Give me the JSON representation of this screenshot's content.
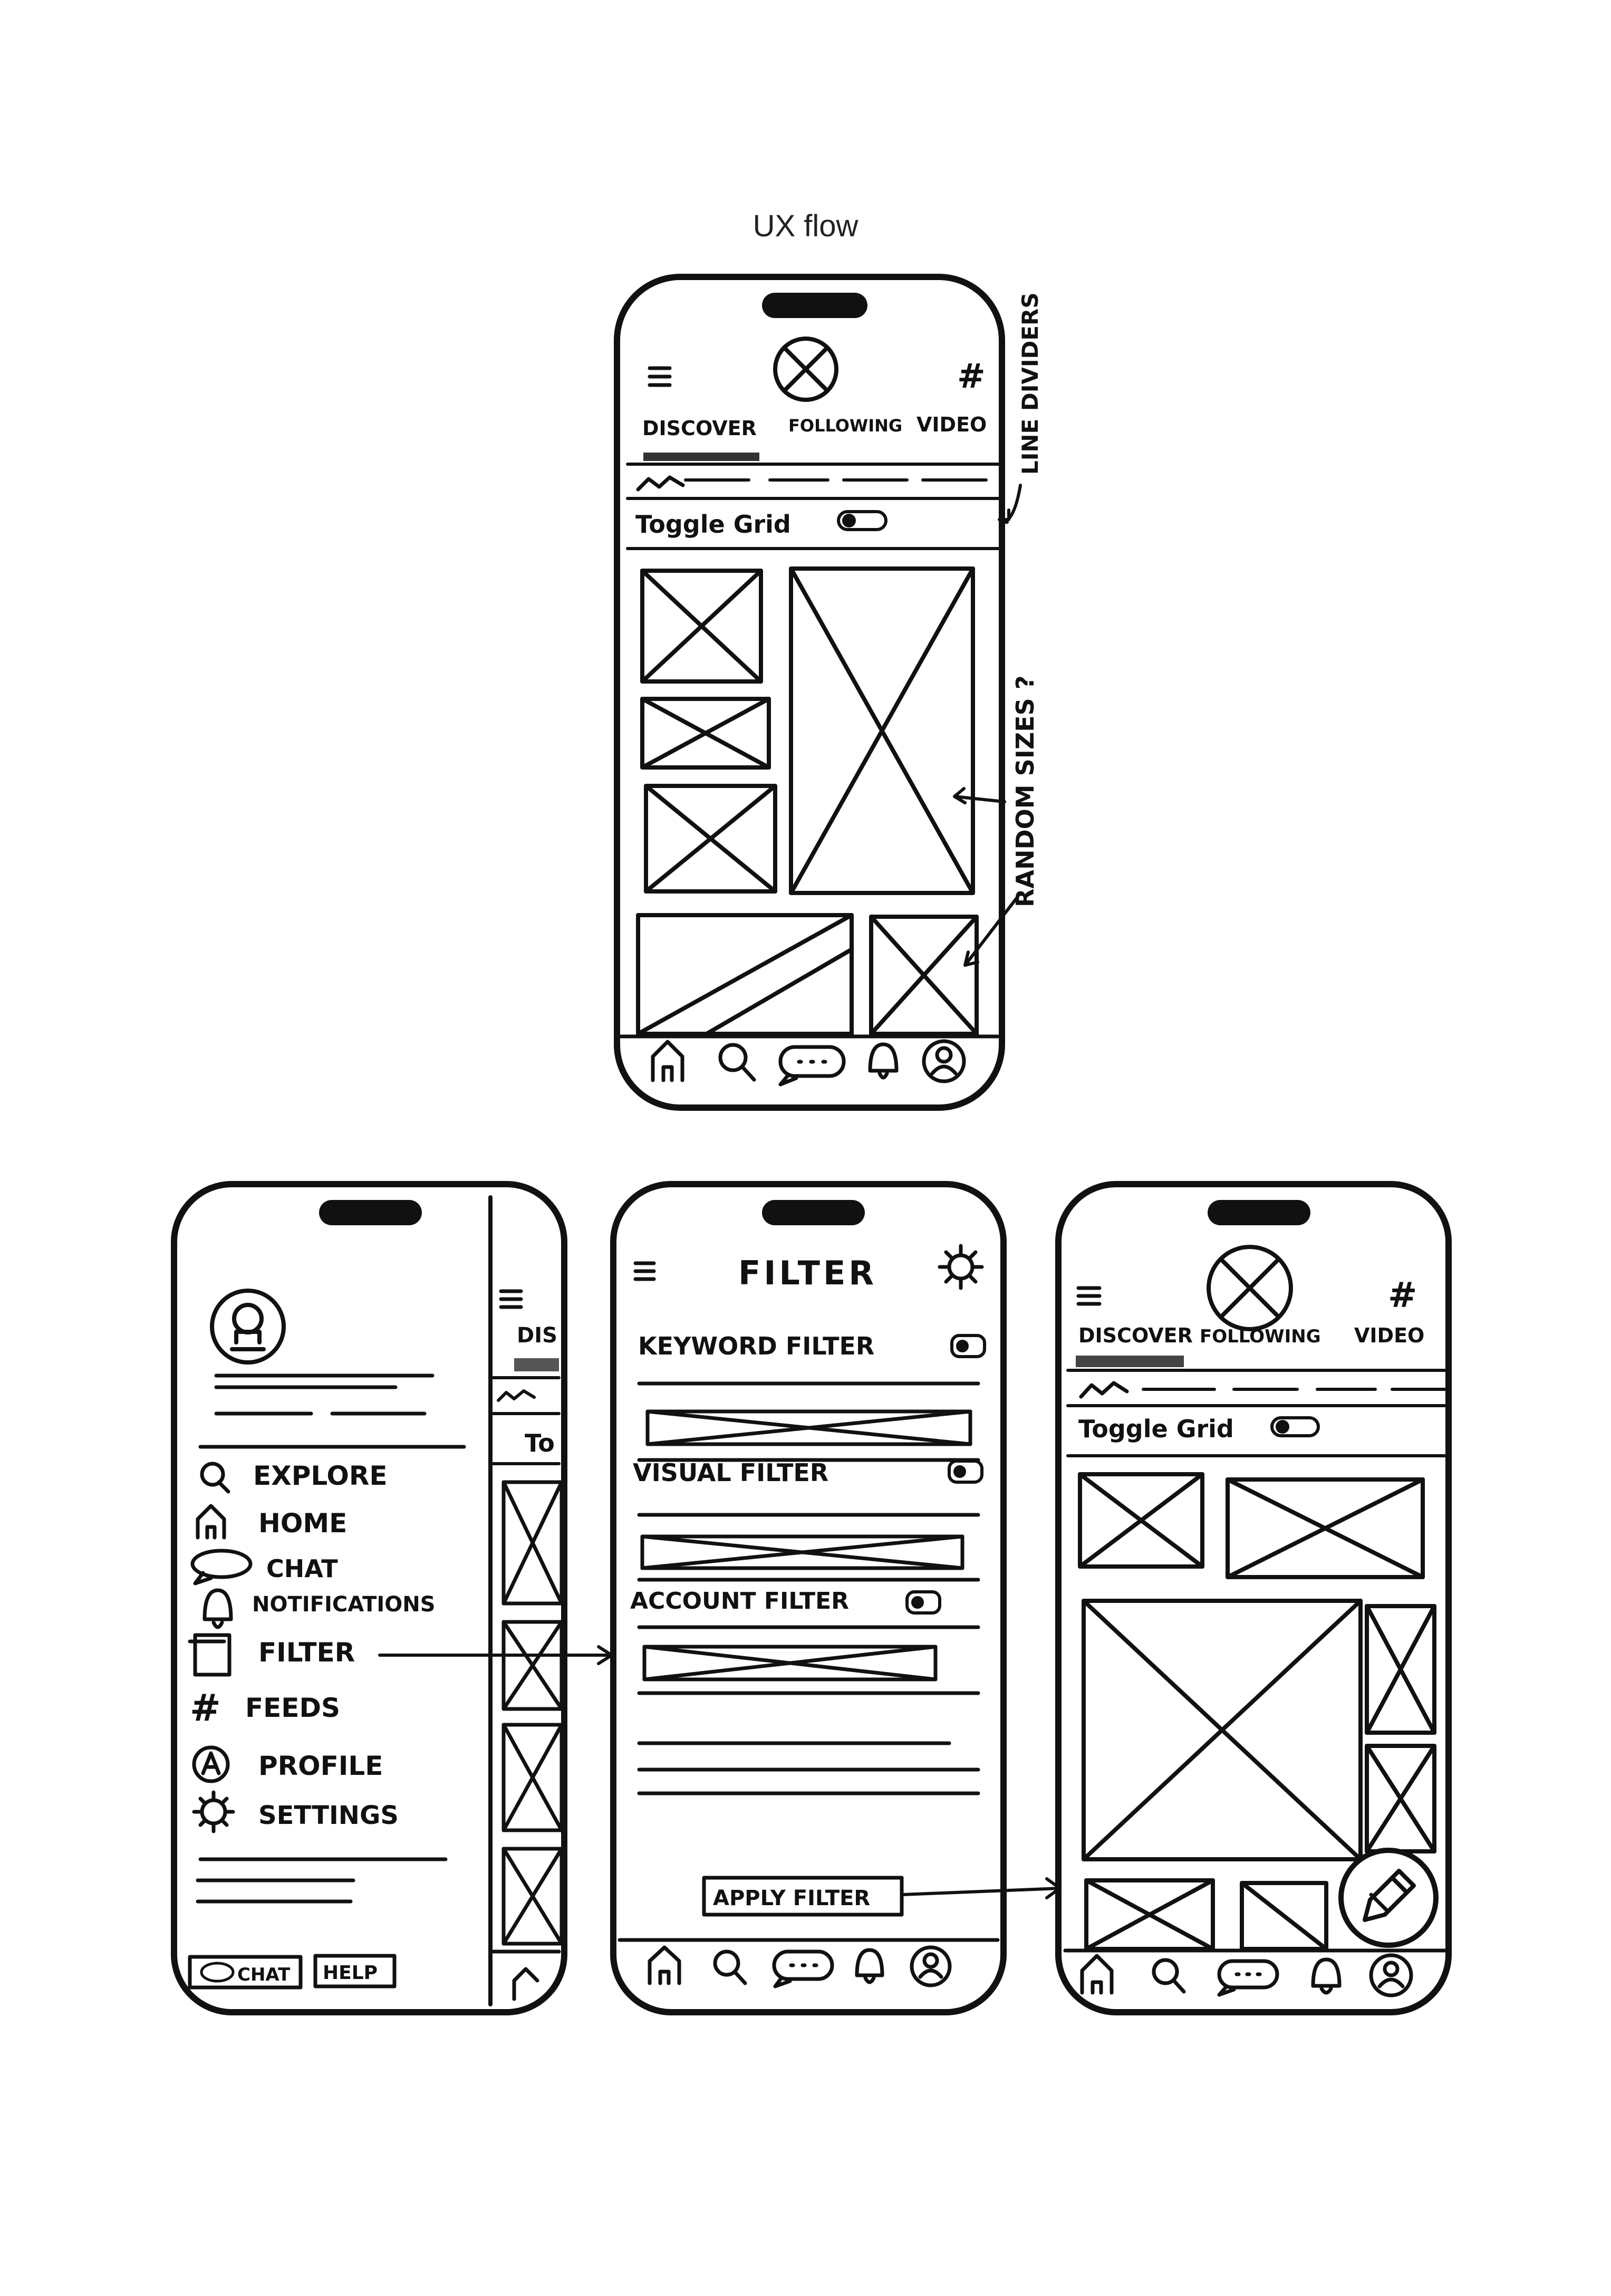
{
  "title": "UX flow",
  "phone_top": {
    "tabs": [
      "DISCOVER",
      "FOLLOWING",
      "VIDEO"
    ],
    "toggle_label": "Toggle Grid"
  },
  "annotations": {
    "line_dividers": "LINE DIVIDERS",
    "random_sizes": "RANDOM SIZES ?"
  },
  "menu_phone": {
    "items": [
      "EXPLORE",
      "HOME",
      "CHAT",
      "NOTIFICATIONS",
      "FILTER",
      "FEEDS",
      "PROFILE",
      "SETTINGS"
    ],
    "chat_button": "CHAT",
    "help_button": "HELP",
    "partial_tab": "DIS",
    "partial_toggle": "To"
  },
  "filter_phone": {
    "header": "FILTER",
    "sections": [
      "KEYWORD FILTER",
      "VISUAL FILTER",
      "ACCOUNT FILTER"
    ],
    "apply_button": "APPLY FILTER"
  },
  "phone_result": {
    "tabs": [
      "DISCOVER",
      "FOLLOWING",
      "VIDEO"
    ],
    "toggle_label": "Toggle Grid"
  }
}
